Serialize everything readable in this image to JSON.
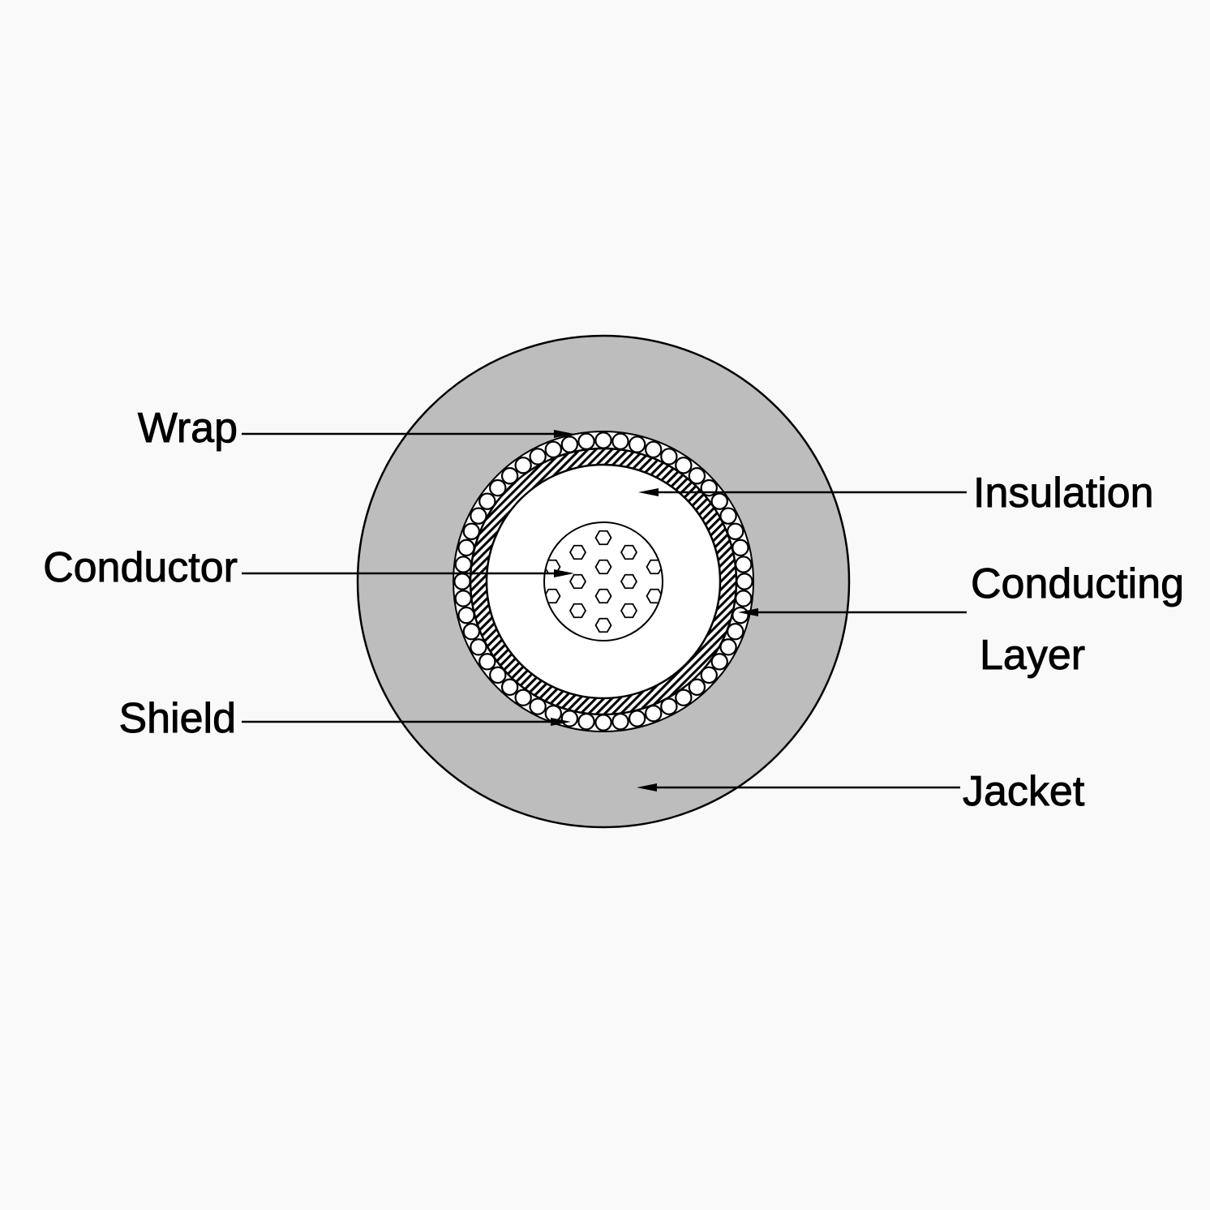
{
  "labels": {
    "wrap": "Wrap",
    "conductor": "Conductor",
    "shield": "Shield",
    "insulation": "Insulation",
    "conducting_layer": [
      "Conducting",
      "Layer"
    ],
    "jacket": "Jacket"
  },
  "colors": {
    "background": "#f9f9f9",
    "jacket": "#bdbdbd",
    "insulation": "#ffffff",
    "ink": "#000000"
  }
}
